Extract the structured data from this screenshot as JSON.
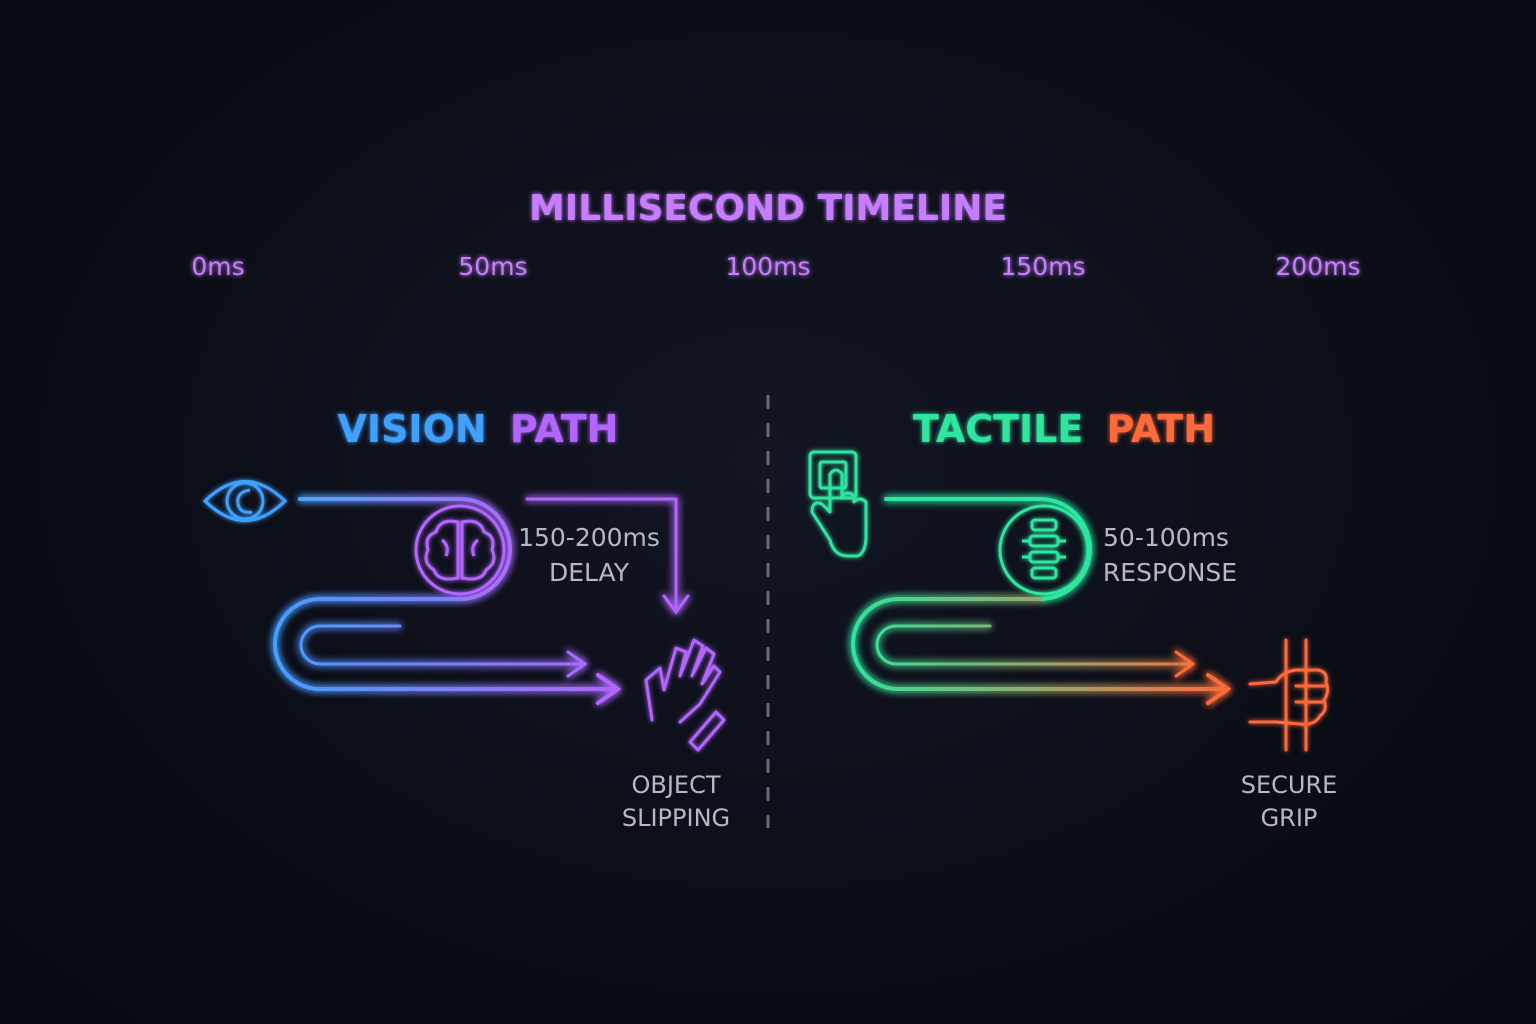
{
  "timeline": {
    "title": "MILLISECOND TIMELINE",
    "ticks": [
      "0ms",
      "50ms",
      "100ms",
      "150ms",
      "200ms"
    ],
    "range_ms": [
      0,
      200
    ],
    "tick_values_ms": [
      0,
      50,
      100,
      150,
      200
    ]
  },
  "vision": {
    "title_part1": "VISION",
    "title_part2": "PATH",
    "delay_value": "150-200ms",
    "delay_label": "DELAY",
    "outcome_line1": "OBJECT",
    "outcome_line2": "SLIPPING",
    "icons": [
      "eye-icon",
      "brain-icon",
      "slipping-hand-icon"
    ]
  },
  "tactile": {
    "title_part1": "TACTILE",
    "title_part2": "PATH",
    "response_value": "50-100ms",
    "response_label": "RESPONSE",
    "outcome_line1": "SECURE",
    "outcome_line2": "GRIP",
    "icons": [
      "touch-sensor-icon",
      "spine-icon",
      "gripping-hand-icon"
    ]
  },
  "colors": {
    "background": "#0b0d16",
    "timeline": "#c77dff",
    "vision_blue": "#3fa0ff",
    "vision_purple": "#b366ff",
    "tactile_green": "#2ee6a0",
    "tactile_orange": "#ff6a3a",
    "muted_text": "#b8b8c4",
    "divider": "#6a6a74"
  }
}
